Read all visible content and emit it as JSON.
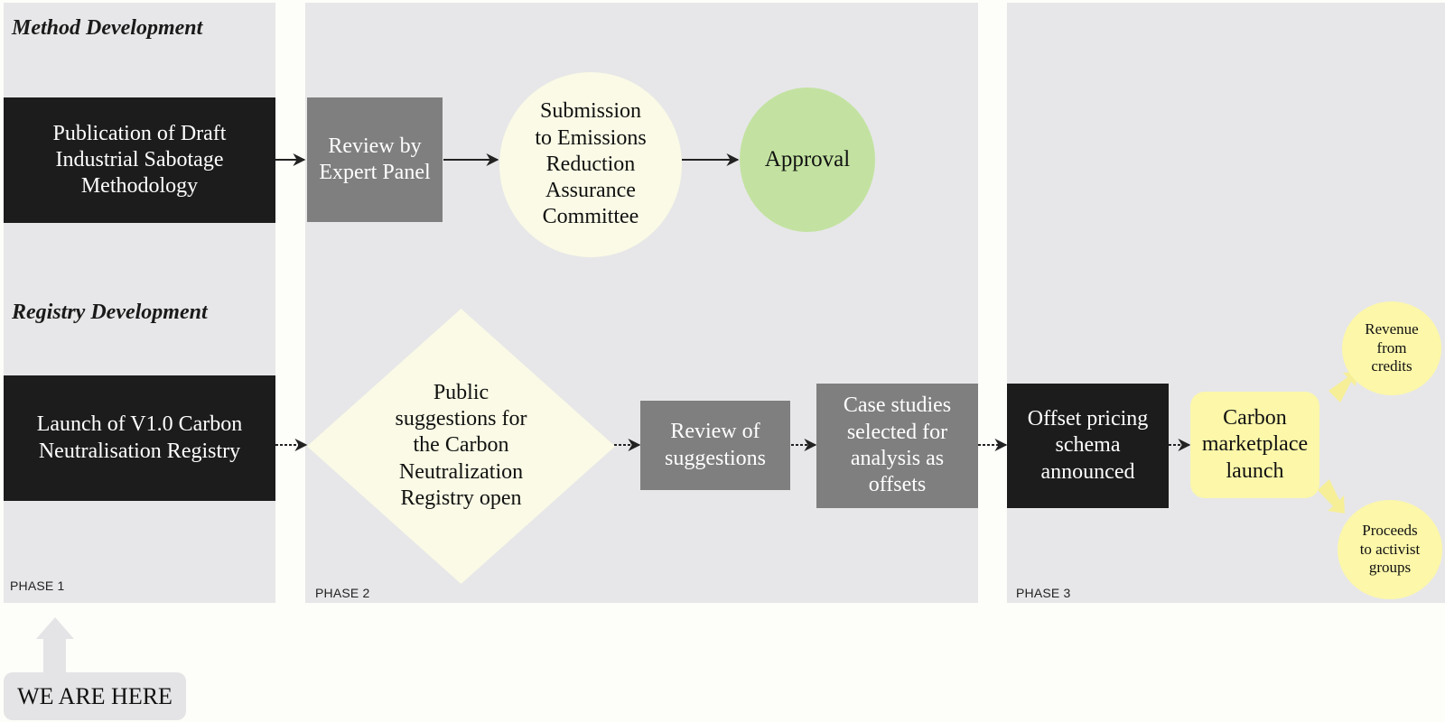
{
  "phases": {
    "p1": "PHASE 1",
    "p2": "PHASE 2",
    "p3": "PHASE 3"
  },
  "rows": {
    "method": "Method Development",
    "registry": "Registry Development"
  },
  "nodes": {
    "publication": "Publication of Draft\nIndustrial Sabotage\nMethodology",
    "review_panel": "Review by\nExpert Panel",
    "submission": "Submission\nto Emissions\nReduction\nAssurance\nCommittee",
    "approval": "Approval",
    "launch_registry": "Launch of V1.0 Carbon\nNeutralisation Registry",
    "public_suggestions": "Public\nsuggestions for\nthe Carbon\nNeutralization\nRegistry open",
    "review_suggestions": "Review of\nsuggestions",
    "case_studies": "Case studies\nselected for\nanalysis as\noffsets",
    "offset_pricing": "Offset pricing\nschema\nannounced",
    "marketplace": "Carbon\nmarketplace\nlaunch",
    "revenue": "Revenue\nfrom\ncredits",
    "proceeds": "Proceeds\nto activist\ngroups"
  },
  "marker": {
    "label": "WE ARE HERE"
  },
  "colors": {
    "phase_bg": "#e7e7e9",
    "page_bg": "#fdfdf9",
    "black_box": "#1c1c1c",
    "grey_box": "#7f7f7f",
    "cream": "#fafae6",
    "green": "#c3e2a1",
    "yellow": "#fcf7a9",
    "arrow_yellow": "#f6ef98"
  }
}
